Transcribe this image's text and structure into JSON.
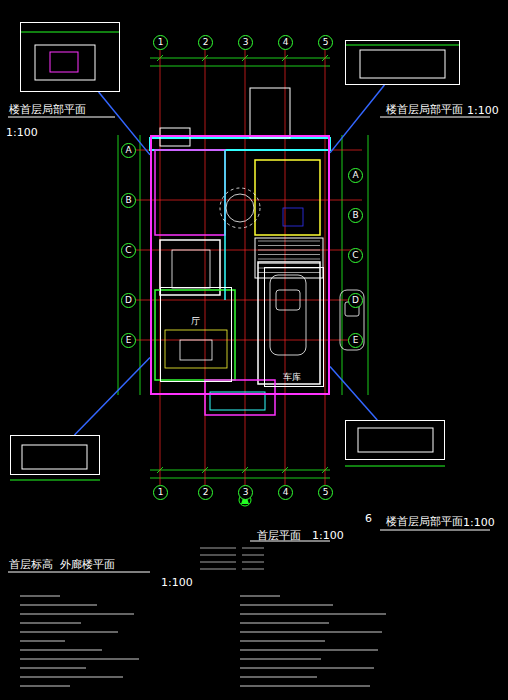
{
  "diagram": {
    "nodes": [
      {
        "text": [
          "楼首层局部平面",
          "1:100"
        ]
      },
      {
        "text": [
          "楼首层局部平面",
          "1:100"
        ]
      },
      {
        "text": [
          "首层平面",
          "1:100"
        ]
      },
      {
        "text": [
          "厅"
        ],
        "in": 2
      },
      {
        "text": [
          "车库"
        ],
        "in": 2
      },
      {
        "text": [
          "首层标高  外廊楼平面",
          "1:100"
        ]
      },
      {
        "text": [
          "楼首层局部平面",
          "1:100"
        ]
      }
    ],
    "edges": [
      {
        "from": 0,
        "to": 2,
        "arrow": "none"
      },
      {
        "from": 1,
        "to": 2,
        "arrow": "none"
      },
      {
        "from": 5,
        "to": 2,
        "arrow": "none"
      },
      {
        "from": 6,
        "to": 2,
        "arrow": "none"
      }
    ],
    "labels": [
      "1",
      "2",
      "3",
      "4",
      "5",
      "1",
      "2",
      "3",
      "4",
      "5",
      "A",
      "B",
      "C",
      "D",
      "E",
      "A",
      "B",
      "C",
      "D",
      "E",
      "6"
    ]
  }
}
